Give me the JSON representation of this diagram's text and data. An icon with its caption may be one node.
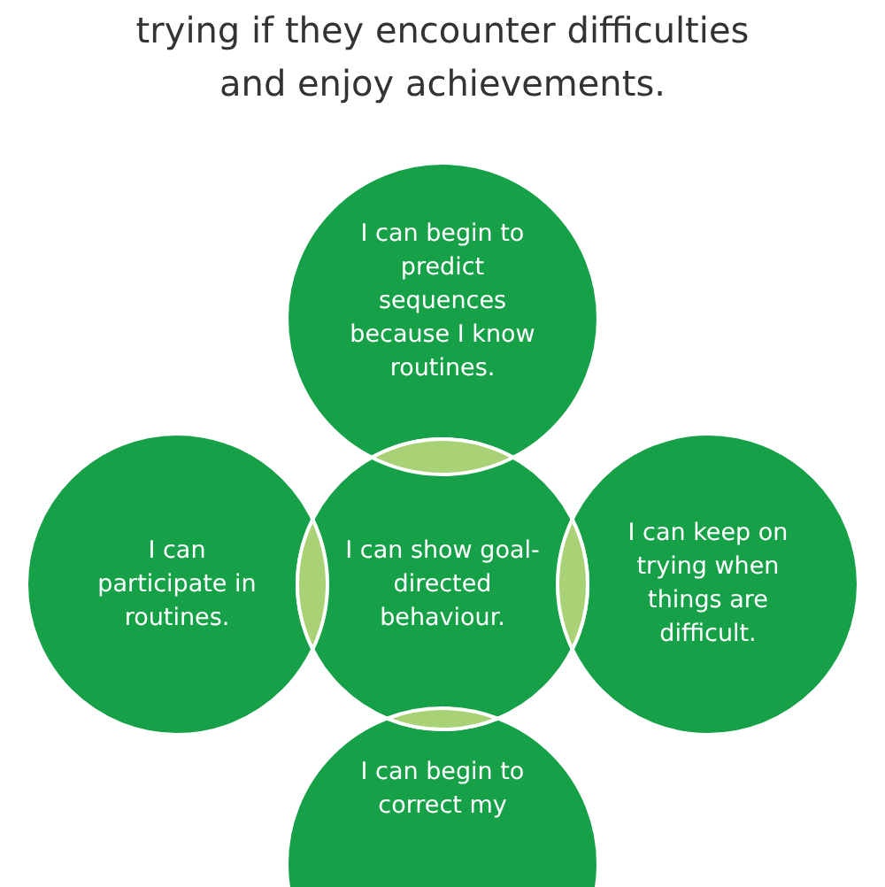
{
  "diagram": {
    "title": "trying if they encounter difficulties and enjoy achievements.",
    "nodes": [
      {
        "text": [
          "I can begin to predict sequences because I know routines."
        ]
      },
      {
        "text": [
          "I can participate in routines."
        ]
      },
      {
        "text": [
          "I can show goal-directed behaviour."
        ]
      },
      {
        "text": [
          "I can keep on trying when things are difficult."
        ]
      },
      {
        "text": [
          "I can begin to correct my"
        ]
      }
    ]
  }
}
